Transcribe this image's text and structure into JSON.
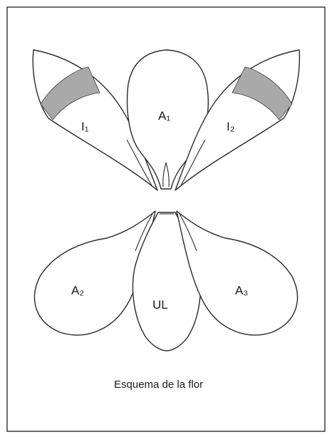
{
  "diagram": {
    "caption": "Esquema de la flor",
    "labels": {
      "i1": "I₁",
      "a1": "A₁",
      "i2": "I₂",
      "a2": "A₂",
      "ul": "UL",
      "a3": "A₃"
    }
  },
  "colors": {
    "outline": "#2a2a2a",
    "band_fill": "#a9a9a9",
    "background": "#ffffff"
  }
}
